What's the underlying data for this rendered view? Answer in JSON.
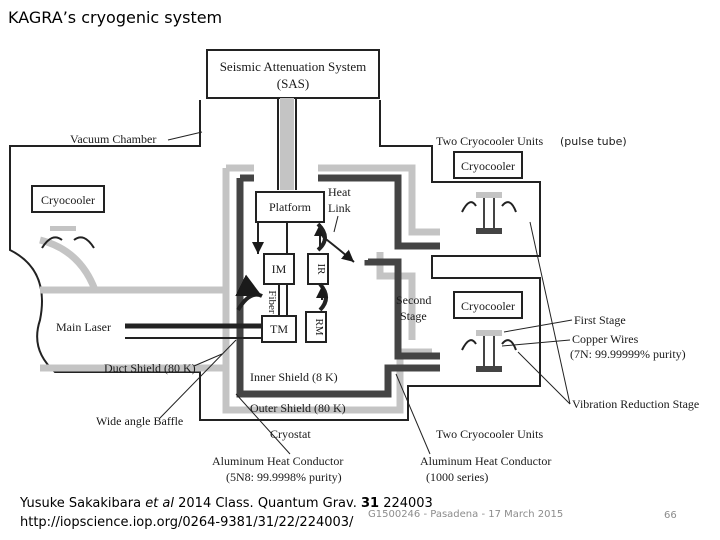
{
  "slide": {
    "title": "KAGRA’s cryogenic system",
    "citation_authors": "Yusuke Sakakibara ",
    "citation_etal": "et al",
    "citation_journal": " 2014 Class. Quantum Grav. ",
    "citation_volume": "31",
    "citation_number": " 224003",
    "citation_url": "http://iopscience.iop.org/0264-9381/31/22/224003/",
    "doc_id": "G1500246 - Pasadena - 17 March 2015",
    "page_number": "66"
  },
  "diagram": {
    "sas_line1": "Seismic Attenuation System",
    "sas_line2": "(SAS)",
    "vacuum_chamber": "Vacuum Chamber",
    "two_cryocooler_units_top": "Two Cryocooler Units",
    "pulse_tube": "(pulse tube)",
    "cryocooler_left": "Cryocooler",
    "cryocooler_right_top": "Cryocooler",
    "cryocooler_right_bottom": "Cryocooler",
    "platform": "Platform",
    "heat_link_1": "Heat",
    "heat_link_2": "Link",
    "im": "IM",
    "ir": "IR",
    "fiber": "Fiber",
    "tm": "TM",
    "rm": "RM",
    "main_laser": "Main Laser",
    "duct_shield": "Duct Shield (80 K)",
    "inner_shield": "Inner Shield (8 K)",
    "outer_shield": "Outer Shield (80 K)",
    "second_stage_1": "Second",
    "second_stage_2": "Stage",
    "first_stage": "First Stage",
    "copper_wires": "Copper Wires",
    "copper_purity": "(7N: 99.99999% purity)",
    "vibration_reduction_stage": "Vibration Reduction Stage",
    "wide_angle_baffle": "Wide angle Baffle",
    "cryostat": "Cryostat",
    "two_cryocooler_units_bottom": "Two Cryocooler Units",
    "alu_left_1": "Aluminum Heat Conductor",
    "alu_left_2": "(5N8: 99.9998% purity)",
    "alu_right_1": "Aluminum Heat Conductor",
    "alu_right_2": "(1000 series)"
  }
}
